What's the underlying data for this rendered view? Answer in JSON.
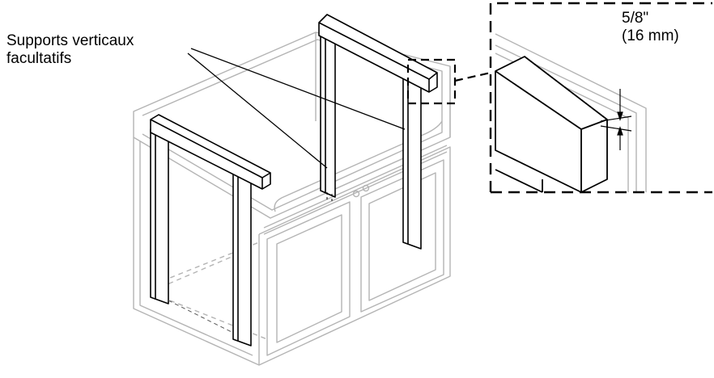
{
  "callout": {
    "line1": "Supports verticaux",
    "line2": "facultatifs"
  },
  "dimension": {
    "imperial": "5/8\"",
    "metric": "(16 mm)"
  },
  "colors": {
    "cabinet_outline": "#b4b4b4",
    "support_outline": "#000000",
    "background": "#ffffff"
  }
}
